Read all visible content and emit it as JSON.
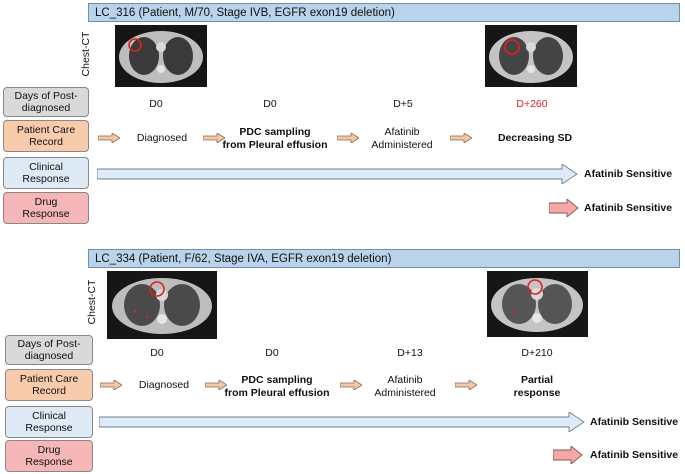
{
  "case1": {
    "header": "LC_316 (Patient, M/70, Stage IVB, EGFR exon19 deletion)",
    "ct_label": "Chest-CT",
    "row_labels": [
      "Days of Post-diagnosed",
      "Patient Care Record",
      "Clinical Response",
      "Drug Response"
    ],
    "days": [
      "D0",
      "D0",
      "D+5",
      "D+260"
    ],
    "events": [
      {
        "line1": "Diagnosed",
        "line2": ""
      },
      {
        "line1": "PDC sampling",
        "line2": "from Pleural effusion"
      },
      {
        "line1": "Afatinib",
        "line2": "Administered"
      },
      {
        "line1": "Decreasing SD",
        "line2": ""
      }
    ],
    "clinical_result": "Afatinib Sensitive",
    "drug_result": "Afatinib Sensitive"
  },
  "case2": {
    "header": "LC_334 (Patient, F/62, Stage IVA, EGFR exon19 deletion)",
    "ct_label": "Chest-CT",
    "row_labels": [
      "Days of Post-diagnosed",
      "Patient Care Record",
      "Clinical Response",
      "Drug Response"
    ],
    "days": [
      "D0",
      "D0",
      "D+13",
      "D+210"
    ],
    "events": [
      {
        "line1": "Diagnosed",
        "line2": ""
      },
      {
        "line1": "PDC sampling",
        "line2": "from Pleural effusion"
      },
      {
        "line1": "Afatinib",
        "line2": "Administered"
      },
      {
        "line1": "Partial",
        "line2": "response"
      }
    ],
    "clinical_result": "Afatinib Sensitive",
    "drug_result": "Afatinib Sensitive"
  },
  "colors": {
    "header_fill": "#b9d3ea",
    "days_box": "#d9d9d9",
    "care_box": "#f8cbad",
    "clinical_box": "#deebf7",
    "drug_box": "#f4b6b6",
    "highlight_text": "#e02020",
    "lesion_circle": "#e02020"
  }
}
